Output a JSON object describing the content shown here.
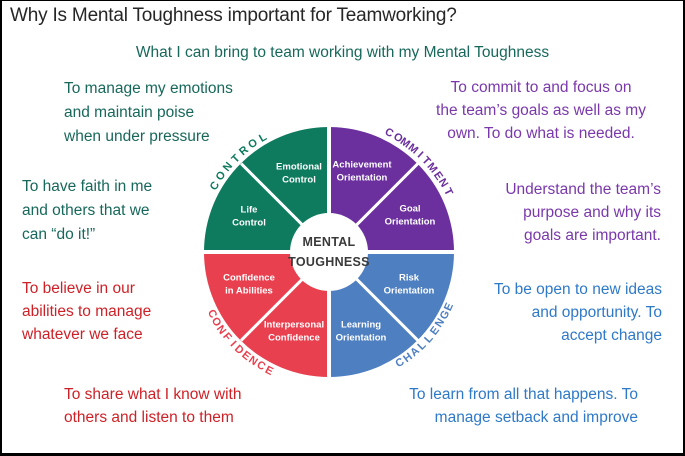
{
  "title": "Why Is Mental Toughness important for Teamworking?",
  "subtitle": "What I can bring to team working with my Mental Toughness",
  "annotations": {
    "control_manage": "To manage my emotions\nand maintain poise\nwhen under pressure",
    "control_faith": "To have faith in me\nand others that we\ncan “do it!”",
    "confidence_believe": "To believe in our\nabilities to manage\nwhatever we face",
    "confidence_share": "To share what I know with\nothers and listen to them",
    "commitment_commit": "To commit to and focus on\nthe team’s goals as well as my\nown. To do what is needed.",
    "commitment_understand": "Understand the team’s\npurpose and why its\ngoals are important.",
    "challenge_open": "To be open to new ideas\nand opportunity. To\naccept change",
    "challenge_learn": "To learn from all that happens. To\nmanage setback and improve"
  },
  "wheel": {
    "center": "MENTAL\nTOUGHNESS",
    "quadrants": [
      {
        "name": "CONTROL",
        "color": "#0e7a5e",
        "segments": [
          "Emotional\nControl",
          "Life\nControl"
        ]
      },
      {
        "name": "COMMITMENT",
        "color": "#6b2f9e",
        "segments": [
          "Achievement\nOrientation",
          "Goal\nOrientation"
        ]
      },
      {
        "name": "CHALLENGE",
        "color": "#4e7fc1",
        "segments": [
          "Risk\nOrientation",
          "Learning\nOrientation"
        ]
      },
      {
        "name": "CONFIDENCE",
        "color": "#e8404f",
        "segments": [
          "Confidence\nin Abilities",
          "Interpersonal\nConfidence"
        ]
      }
    ]
  },
  "colors": {
    "title_text": "#262626",
    "green_fill": "#0e7a5e",
    "green_text": "#17685a",
    "purple_fill": "#6b2f9e",
    "purple_text": "#7a38ab",
    "red_fill": "#e8404f",
    "red_text": "#ce2127",
    "blue_fill": "#4e7fc1",
    "blue_text": "#2e79c8"
  }
}
